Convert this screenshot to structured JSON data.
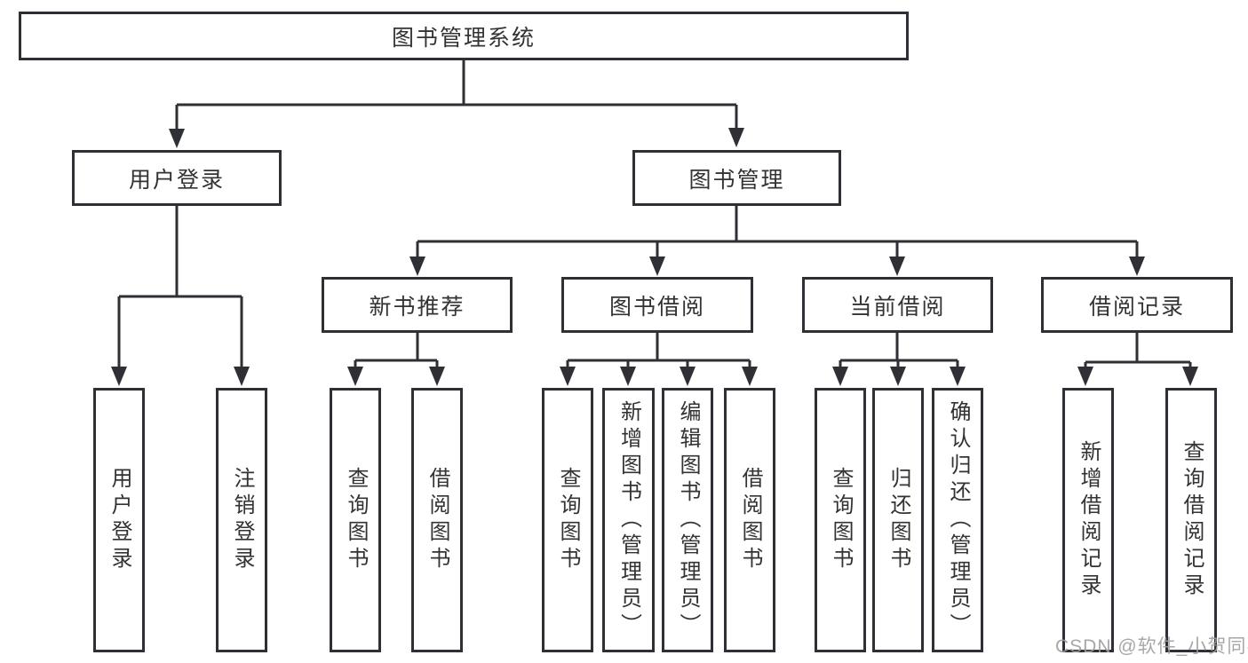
{
  "title": "图书管理系统",
  "watermark": "CSDN @软件_小贺同学",
  "colors": {
    "line": "#2f2f36",
    "box_border": "#2f2f36",
    "text": "#333333",
    "watermark": "#9e9e9e",
    "background": "#ffffff"
  },
  "tree": {
    "root": "图书管理系统",
    "branches": [
      {
        "label": "用户登录",
        "children": [
          "用户登录",
          "注销登录"
        ]
      },
      {
        "label": "图书管理",
        "children": [
          {
            "label": "新书推荐",
            "children": [
              "查询图书",
              "借阅图书"
            ]
          },
          {
            "label": "图书借阅",
            "children": [
              "查询图书",
              "新增图书（管理员）",
              "编辑图书（管理员）",
              "借阅图书"
            ]
          },
          {
            "label": "当前借阅",
            "children": [
              "查询图书",
              "归还图书",
              "确认归还（管理员）"
            ]
          },
          {
            "label": "借阅记录",
            "children": [
              "新增借阅记录",
              "查询借阅记录"
            ]
          }
        ]
      }
    ]
  }
}
